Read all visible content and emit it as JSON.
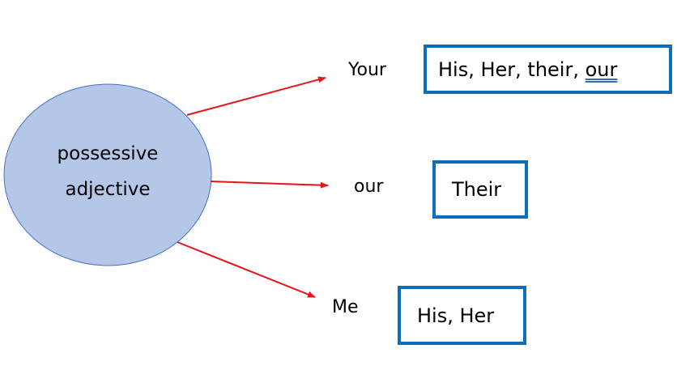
{
  "center": {
    "label_line1": "possessive",
    "label_line2": "adjective"
  },
  "branches": [
    {
      "word": "Your",
      "answer_prefix": "His, Her, their, ",
      "answer_underlined": "our"
    },
    {
      "word": "our",
      "answer": "Their"
    },
    {
      "word": "Me",
      "answer": "His, Her"
    }
  ],
  "colors": {
    "ellipse_fill": "#b4c7e7",
    "ellipse_stroke": "#4472c4",
    "arrow": "#e8141b",
    "box_border": "#0b6fbd"
  }
}
